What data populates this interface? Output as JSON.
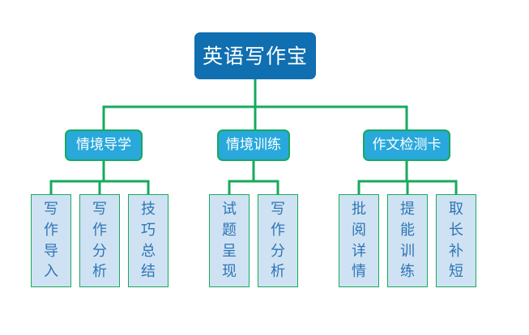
{
  "diagram": {
    "type": "organization-tree",
    "title": "英语写作宝",
    "colors": {
      "root_fill": "#0f6fb0",
      "root_text": "#ffffff",
      "level2_fill": "#29a8dc",
      "level2_text": "#ffffff",
      "leaf_fill": "#cfe2f3",
      "leaf_text": "#2e75b6",
      "connector": "#17a95e",
      "border": "#17a95e",
      "background": "#ffffff"
    },
    "root": {
      "label": "英语写作宝"
    },
    "branches": [
      {
        "label": "情境导学",
        "children": [
          {
            "label": "写作导入"
          },
          {
            "label": "写作分析"
          },
          {
            "label": "技巧总结"
          }
        ]
      },
      {
        "label": "情境训练",
        "children": [
          {
            "label": "试题呈现"
          },
          {
            "label": "写作分析"
          }
        ]
      },
      {
        "label": "作文检测卡",
        "children": [
          {
            "label": "批阅详情"
          },
          {
            "label": "提能训练"
          },
          {
            "label": "取长补短"
          }
        ]
      }
    ]
  }
}
